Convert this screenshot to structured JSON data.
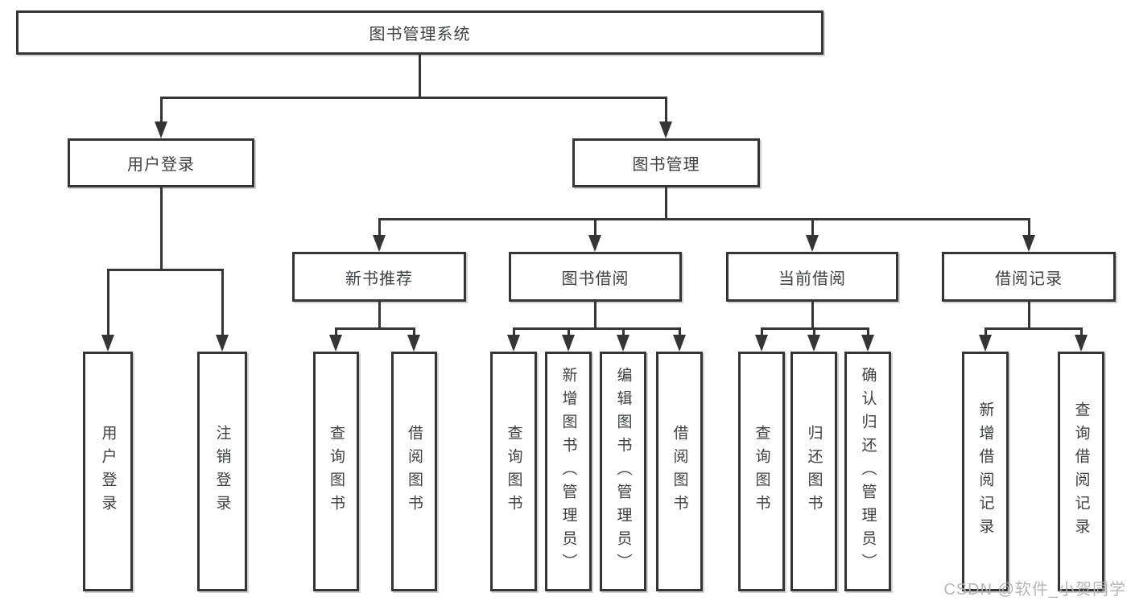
{
  "colors": {
    "line": "#353535",
    "text": "#3e4144",
    "watermark": "#b2b2b2"
  },
  "tree": {
    "label": "图书管理系统",
    "children": [
      {
        "label": "用户登录",
        "children": [
          {
            "label": "用户登录"
          },
          {
            "label": "注销登录"
          }
        ]
      },
      {
        "label": "图书管理",
        "children": [
          {
            "label": "新书推荐",
            "children": [
              {
                "label": "查询图书"
              },
              {
                "label": "借阅图书"
              }
            ]
          },
          {
            "label": "图书借阅",
            "children": [
              {
                "label": "查询图书"
              },
              {
                "label": "新增图书（管理员）"
              },
              {
                "label": "编辑图书（管理员）"
              },
              {
                "label": "借阅图书"
              }
            ]
          },
          {
            "label": "当前借阅",
            "children": [
              {
                "label": "查询图书"
              },
              {
                "label": "归还图书"
              },
              {
                "label": "确认归还（管理员）"
              }
            ]
          },
          {
            "label": "借阅记录",
            "children": [
              {
                "label": "新增借阅记录"
              },
              {
                "label": "查询借阅记录"
              }
            ]
          }
        ]
      }
    ]
  },
  "watermark": {
    "text": "CSDN @软件_小贺同学"
  }
}
